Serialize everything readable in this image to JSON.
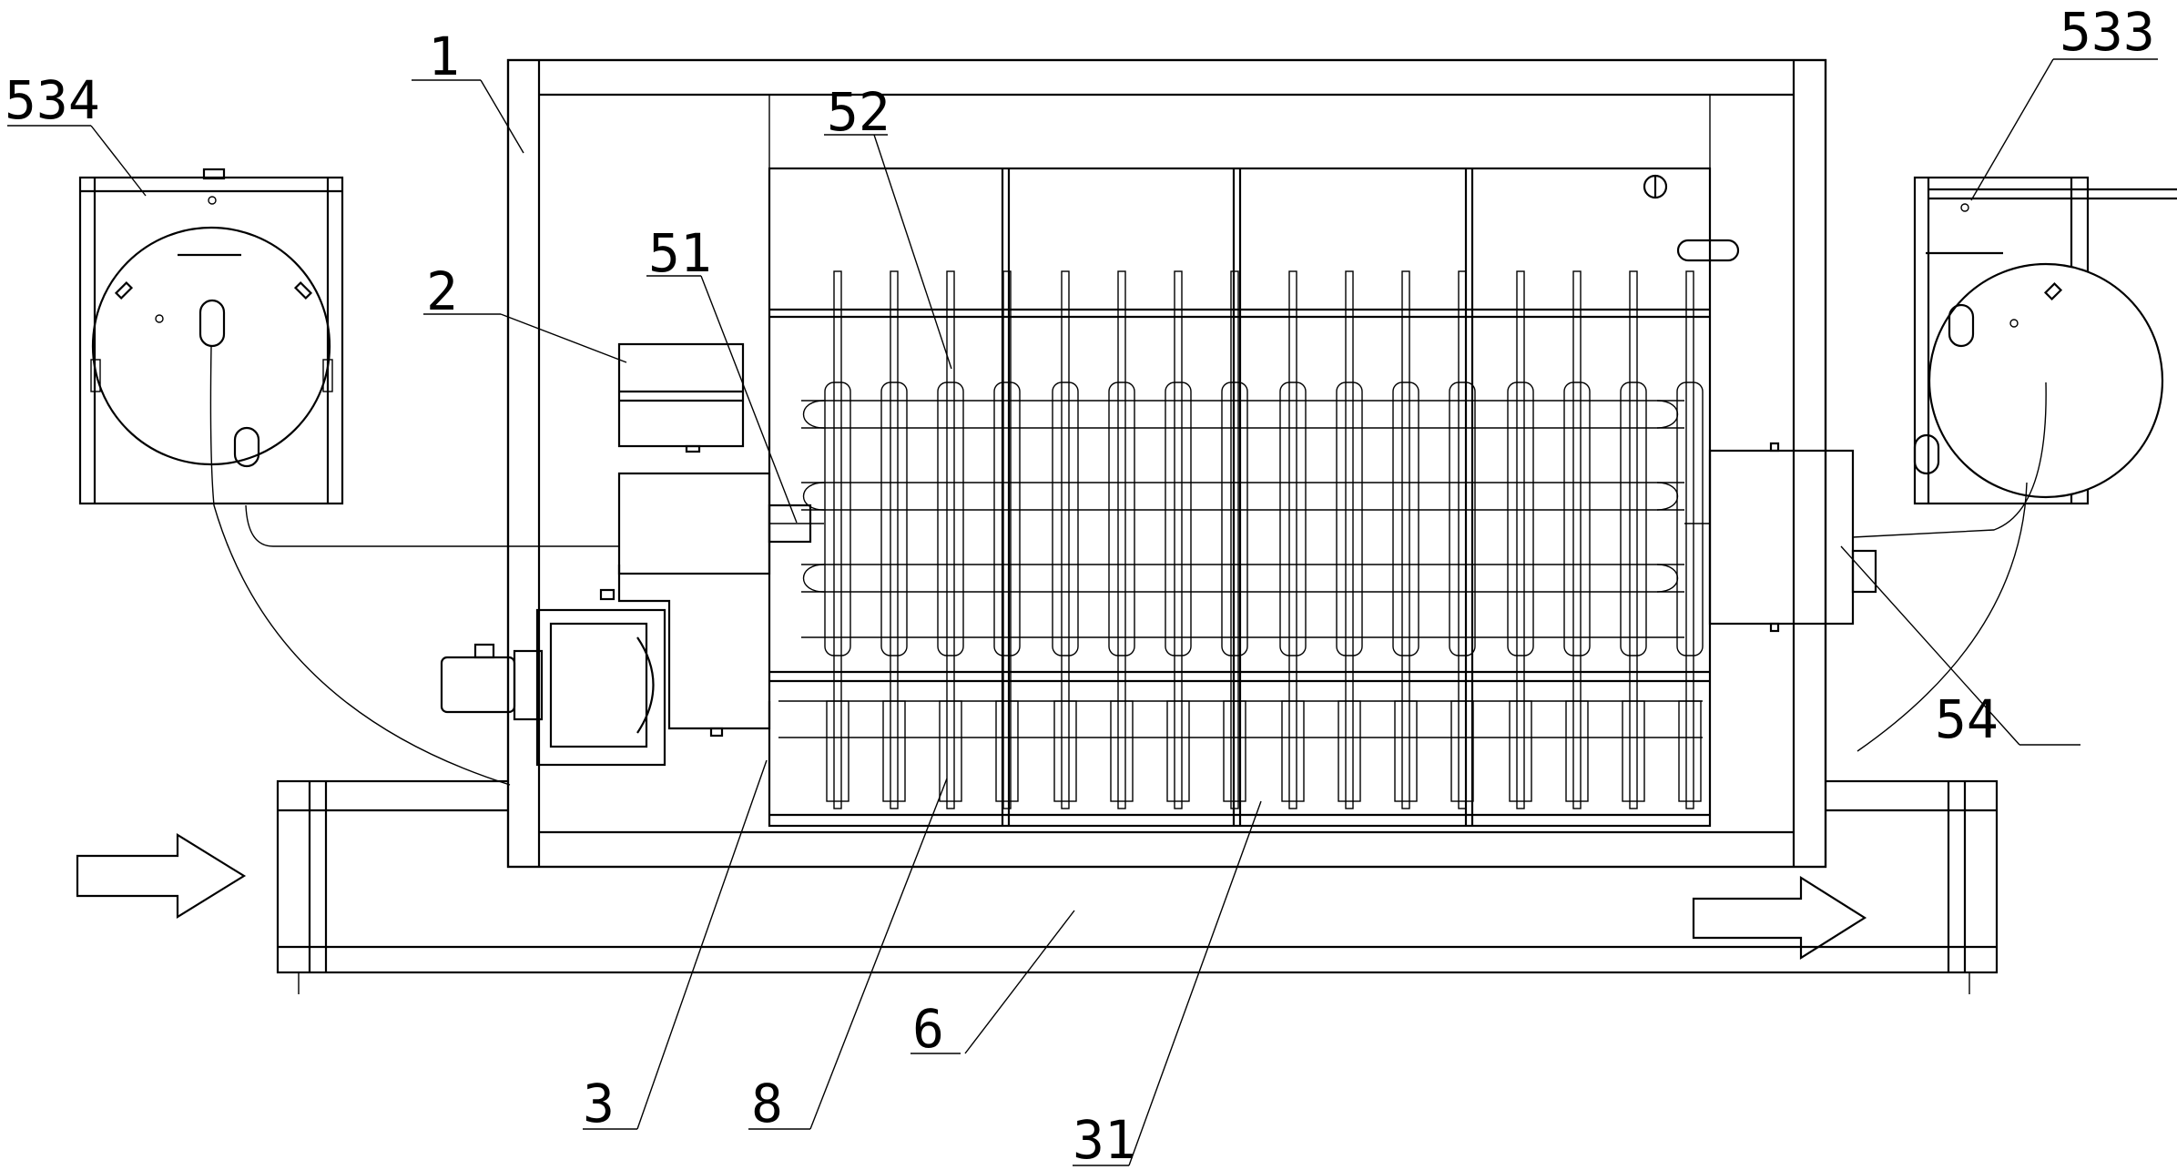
{
  "labels": {
    "l1": "1",
    "l2": "2",
    "l3": "3",
    "l6": "6",
    "l8": "8",
    "l31": "31",
    "l51": "51",
    "l52": "52",
    "l54": "54",
    "l533": "533",
    "l534": "534"
  },
  "flow_arrows": [
    "inlet-arrow",
    "outlet-arrow"
  ]
}
